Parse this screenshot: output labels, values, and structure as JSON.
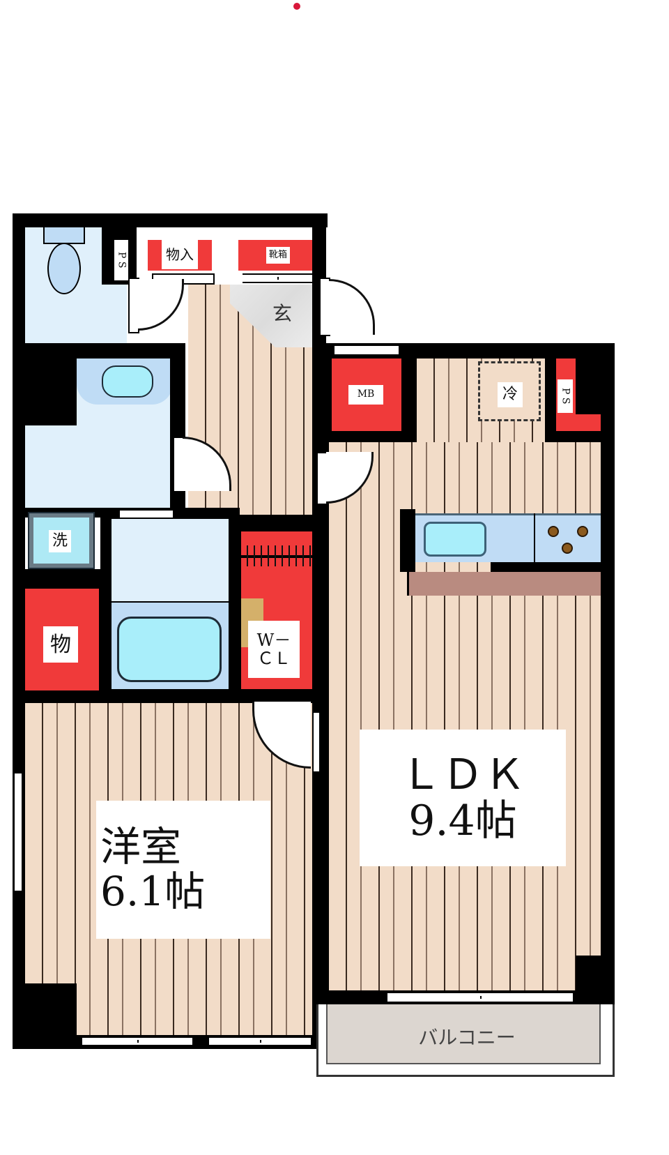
{
  "plan": {
    "marker_color": "#d8173a",
    "colors": {
      "wall": "#000000",
      "floor": "#f2dcc8",
      "wet_area": "#e0f0fb",
      "storage": "#f03a3a",
      "entrance": "#e3e3e3",
      "balcony": "#dcd6d0",
      "counter": "#b98b80"
    },
    "rooms": {
      "western_room": {
        "name": "洋室",
        "size": "6.1帖"
      },
      "ldk": {
        "name": "ＬＤＫ",
        "size": "9.4帖"
      },
      "entrance": {
        "label": "玄"
      },
      "balcony": {
        "label": "バルコニー"
      }
    },
    "labels": {
      "ps_top": "P S",
      "ps_right": "P S",
      "storage_top": "物入",
      "shoe_box": "靴箱",
      "meter_box": "MB",
      "fridge": "冷",
      "washer": "洗",
      "storage_left": "物",
      "walk_in_closet_line1": "W－",
      "walk_in_closet_line2": "ＣＬ"
    }
  }
}
